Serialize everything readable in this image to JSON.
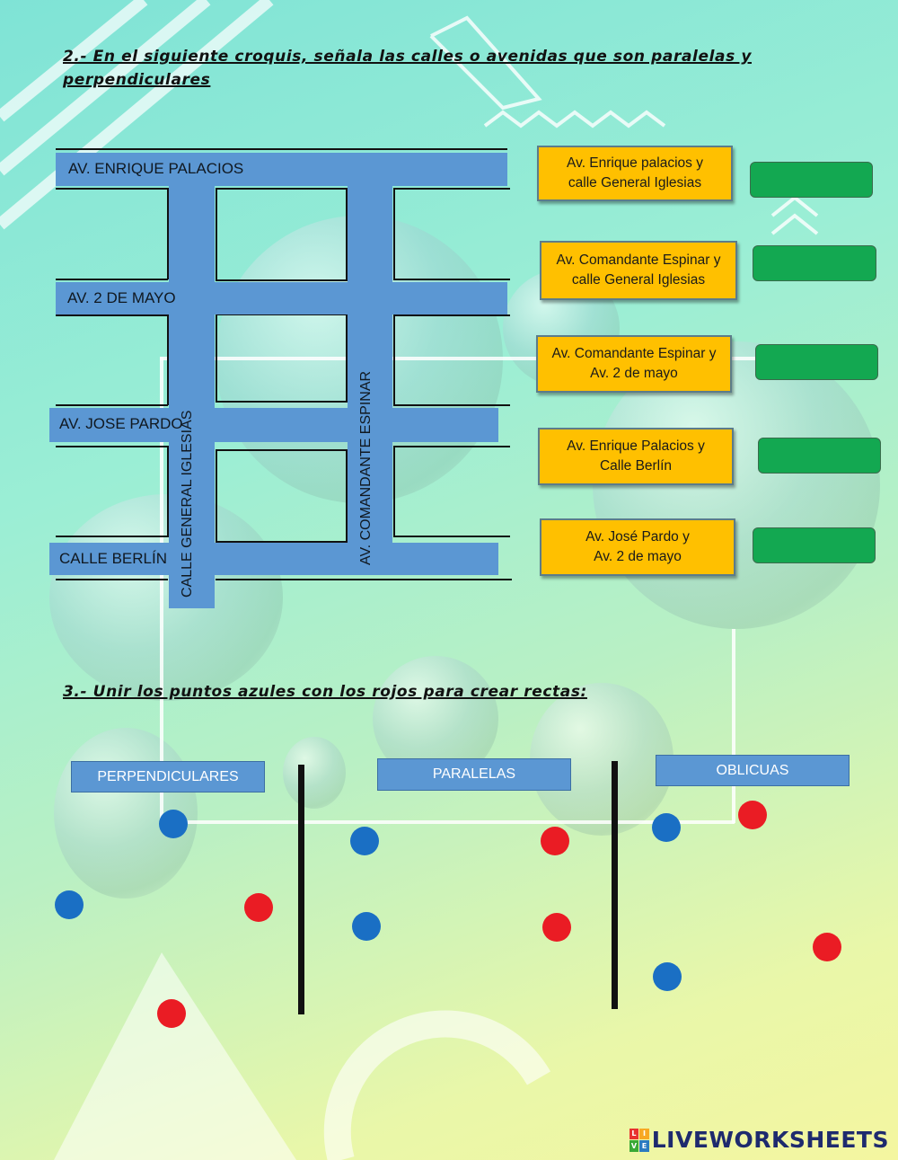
{
  "section2": {
    "heading": "2.- En el siguiente croquis, señala las calles o avenidas que son paralelas y perpendiculares"
  },
  "map": {
    "streets": {
      "enrique_palacios": "AV. ENRIQUE PALACIOS",
      "dos_de_mayo": "AV. 2 DE MAYO",
      "jose_pardo": "AV. JOSE PARDO",
      "calle_berlin": "CALLE BERLÍN",
      "general_iglesias": "CALLE GENERAL IGLESIAS",
      "comandante_espinar": "AV. COMANDANTE ESPINAR"
    },
    "street_color": "#5b97d3"
  },
  "pairs": [
    {
      "label": "Av. Enrique palacios y\ncalle General Iglesias"
    },
    {
      "label": "Av. Comandante Espinar y\ncalle General Iglesias"
    },
    {
      "label": "Av. Comandante Espinar y\nAv. 2 de mayo"
    },
    {
      "label": "Av. Enrique Palacios y\nCalle Berlín"
    },
    {
      "label": "Av. José Pardo y\nAv. 2 de mayo"
    }
  ],
  "colors": {
    "card": "#ffc000",
    "answer_box": "#13a851",
    "blue_dot": "#1a6fc4",
    "red_dot": "#ea1c24"
  },
  "section3": {
    "heading": "3.- Unir los puntos azules con los rojos para crear rectas:",
    "categories": [
      "PERPENDICULARES",
      "PARALELAS",
      "OBLICUAS"
    ]
  },
  "brand": {
    "name": "LIVEWORKSHEETS",
    "icon_letters": [
      "L",
      "I",
      "V",
      "E"
    ]
  }
}
